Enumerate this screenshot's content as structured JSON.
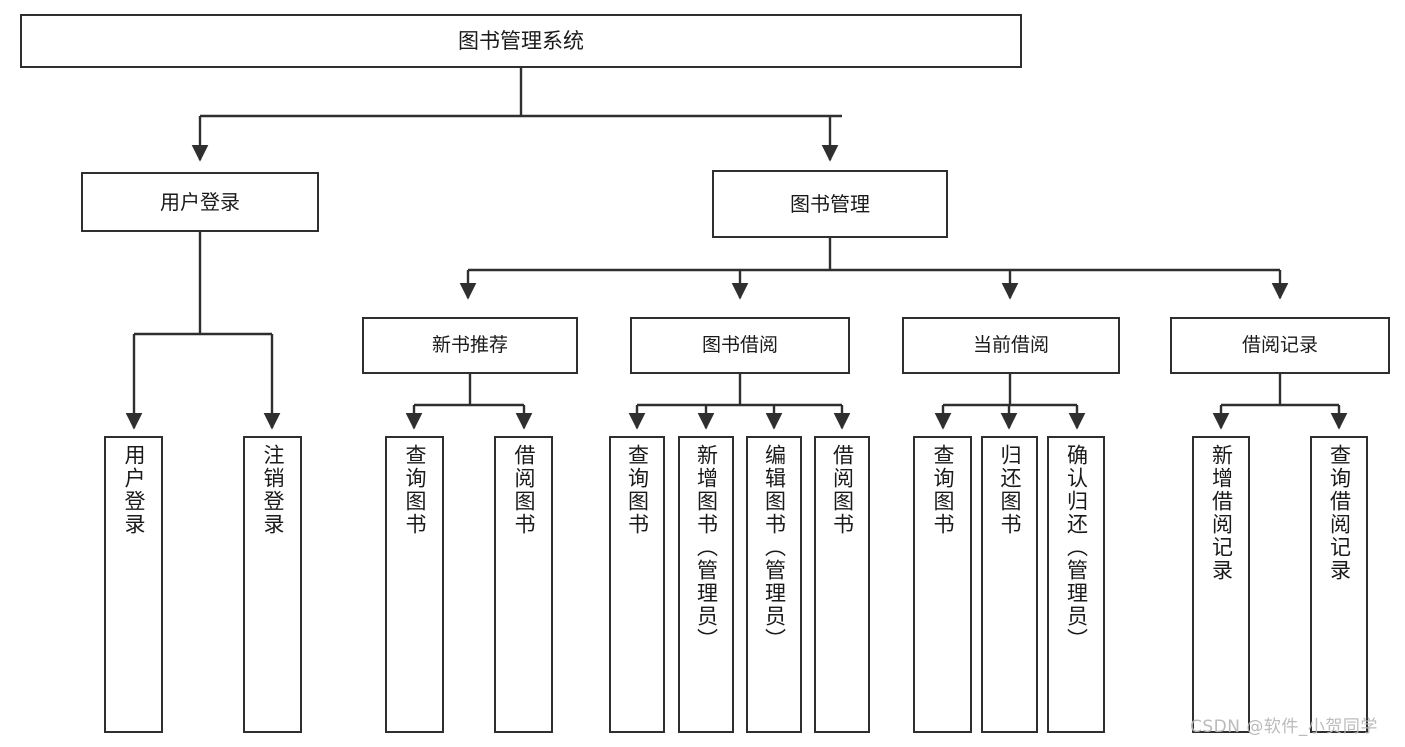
{
  "diagram": {
    "title": "图书管理系统",
    "type": "tree-hierarchy",
    "root": {
      "label": "图书管理系统"
    },
    "level1": [
      {
        "label": "用户登录"
      },
      {
        "label": "图书管理"
      }
    ],
    "level2": [
      {
        "label": "新书推荐"
      },
      {
        "label": "图书借阅"
      },
      {
        "label": "当前借阅"
      },
      {
        "label": "借阅记录"
      }
    ],
    "leaves": {
      "user_login": [
        {
          "label": "用户登录"
        },
        {
          "label": "注销登录"
        }
      ],
      "new_book_recommend": [
        {
          "label": "查询图书"
        },
        {
          "label": "借阅图书"
        }
      ],
      "book_borrow": [
        {
          "label": "查询图书"
        },
        {
          "label": "新增图书（管理员）"
        },
        {
          "label": "编辑图书（管理员）"
        },
        {
          "label": "借阅图书"
        }
      ],
      "current_borrow": [
        {
          "label": "查询图书"
        },
        {
          "label": "归还图书"
        },
        {
          "label": "确认归还（管理员）"
        }
      ],
      "borrow_record": [
        {
          "label": "新增借阅记录"
        },
        {
          "label": "查询借阅记录"
        }
      ]
    }
  },
  "watermark": {
    "text": "CSDN @软件_小贺同学"
  },
  "colors": {
    "border": "#2f2f2f",
    "background": "#ffffff",
    "text": "#1a1a1a",
    "watermark": "#b8b8b8"
  }
}
